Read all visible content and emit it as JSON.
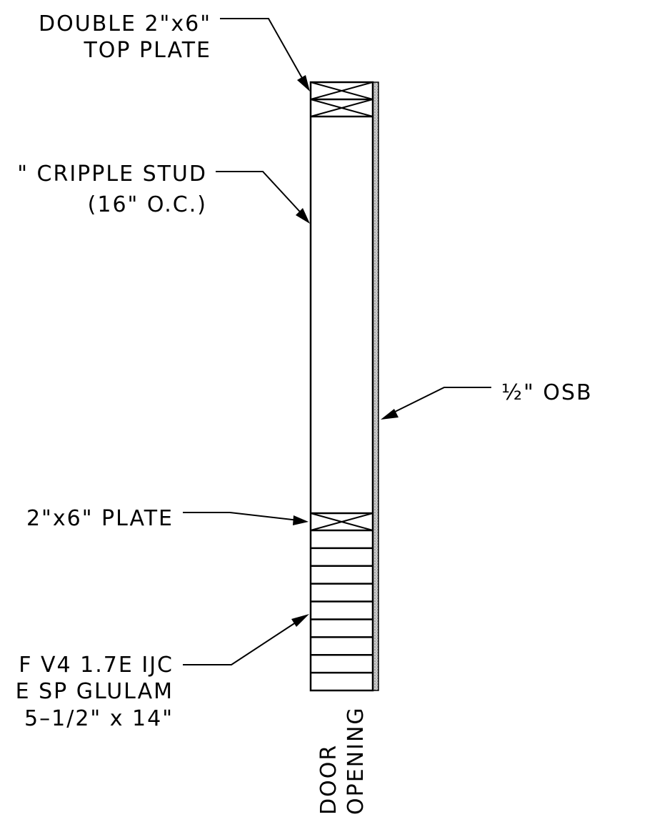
{
  "labels": {
    "top_plate_line1": "DOUBLE 2\"x6\"",
    "top_plate_line2": "TOP PLATE",
    "cripple_line1": "\" CRIPPLE STUD",
    "cripple_line2": "(16\" O.C.)",
    "osb": "½\" OSB",
    "plate": "2\"x6\" PLATE",
    "glulam_line1": "F V4 1.7E IJC",
    "glulam_line2": "E SP GLULAM",
    "glulam_line3": "5–1/2\" x 14\"",
    "door_line1": "DOOR",
    "door_line2": "OPENING"
  },
  "glulam_lamination_count": 9
}
